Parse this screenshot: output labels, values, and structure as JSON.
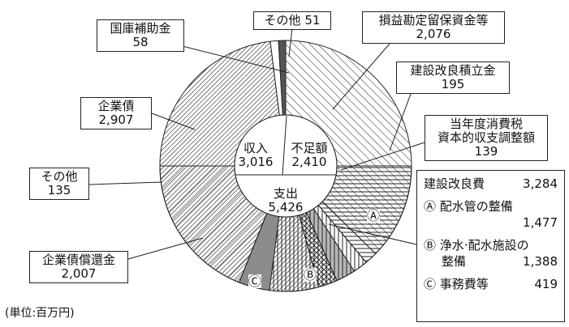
{
  "chart_data": {
    "type": "pie",
    "unit_note": "(単位:百万円)",
    "outer_ring": {
      "slices": [
        {
          "label": "損益勘定留保資金等",
          "value": 2076,
          "display": "2,076"
        },
        {
          "label": "建設改良積立金",
          "value": 195,
          "display": "195"
        },
        {
          "label": "当年度消費税資本的収支調整額",
          "label_lines": [
            "当年度消費税",
            "資本的収支調整額"
          ],
          "value": 139,
          "display": "139"
        },
        {
          "label": "その他",
          "value": 135,
          "display": "135"
        },
        {
          "label": "企業債",
          "value": 2907,
          "display": "2,907"
        },
        {
          "label": "国庫補助金",
          "value": 58,
          "display": "58"
        },
        {
          "label": "その他",
          "value": 51,
          "display": "51"
        }
      ],
      "groups": [
        {
          "label": "収入",
          "value": 3016,
          "display": "3,016"
        },
        {
          "label": "不足額",
          "value": 2410,
          "display": "2,410"
        }
      ]
    },
    "inner_ring": {
      "slices": [
        {
          "label": "A",
          "value": 1477,
          "display": "1,477"
        },
        {
          "label": "B",
          "value": 1388,
          "display": "1,388"
        },
        {
          "label": "C",
          "value": 419,
          "display": "419"
        },
        {
          "label": "企業債償還金",
          "value": 2007,
          "display": "2,007"
        }
      ],
      "total": {
        "label": "支出",
        "value": 5426,
        "display": "5,426"
      }
    },
    "legend": {
      "title": "建設改良費",
      "title_value": "3,284",
      "items": [
        {
          "marker": "Ⓐ",
          "label": "配水管の整備",
          "value": "1,477"
        },
        {
          "marker": "Ⓑ",
          "label": "浄水·配水施設の",
          "label2": "整備",
          "value": "1,388"
        },
        {
          "marker": "Ⓒ",
          "label": "事務費等",
          "value": "419"
        }
      ]
    },
    "markers": {
      "a": "Ⓐ",
      "b": "Ⓑ",
      "c": "Ⓒ"
    }
  }
}
